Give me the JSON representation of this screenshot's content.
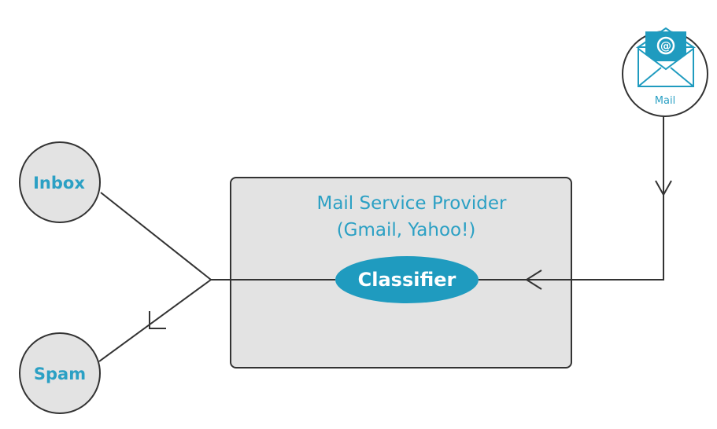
{
  "colors": {
    "accent": "#2ba0c4",
    "node_fill": "#e3e3e3",
    "stroke": "#333333",
    "classifier_fill": "#1f9bbf",
    "classifier_text": "#ffffff"
  },
  "nodes": {
    "inbox": "Inbox",
    "spam": "Spam",
    "mail": "Mail"
  },
  "provider": {
    "title_line1": "Mail Service Provider",
    "title_line2": "(Gmail, Yahoo!)",
    "classifier": "Classifier"
  },
  "icons": {
    "mail": "envelope-at-icon"
  }
}
